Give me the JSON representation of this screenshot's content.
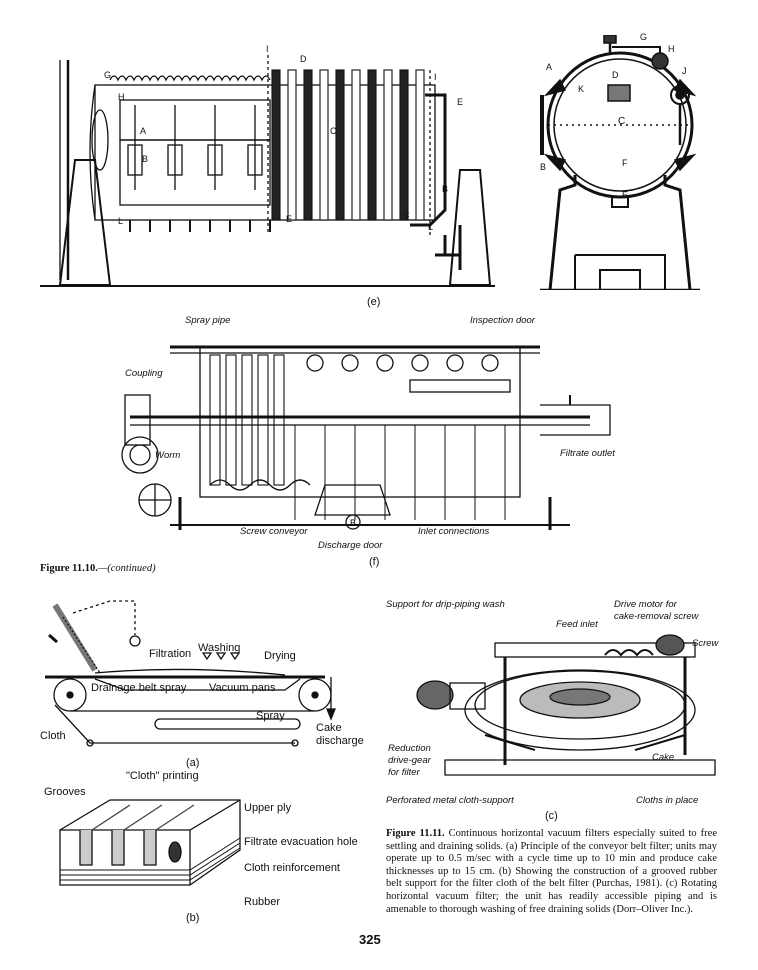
{
  "figure_e": {
    "sublabel": "(e)",
    "left_letters": [
      "G",
      "H",
      "A",
      "B",
      "C",
      "D",
      "E",
      "B",
      "F",
      "E",
      "L",
      "L",
      "I",
      "I"
    ],
    "right_letters": [
      "A",
      "B",
      "C",
      "D",
      "E",
      "F",
      "G",
      "H",
      "J",
      "K"
    ]
  },
  "figure_f": {
    "sublabel": "(f)",
    "labels": {
      "spray_pipe": "Spray pipe",
      "inspection_door": "Inspection door",
      "coupling": "Coupling",
      "worm": "Worm",
      "filtrate_outlet": "Filtrate outlet",
      "screw_conveyor": "Screw conveyor",
      "discharge_door": "Discharge door",
      "inlet_connections": "Inlet connections",
      "door_letter": "B"
    }
  },
  "fig_11_10": {
    "number": "Figure 11.10.",
    "suffix": "—(continued)"
  },
  "figure_a": {
    "sublabel": "(a)",
    "labels": {
      "filtration": "Filtration",
      "washing": "Washing",
      "drying": "Drying",
      "drainage_belt_spray": "Drainage belt spray",
      "vacuum_pans": "Vacuum pans",
      "spray": "Spray",
      "cake_discharge_1": "Cake",
      "cake_discharge_2": "discharge",
      "cloth": "Cloth"
    }
  },
  "figure_b": {
    "sublabel": "(b)",
    "labels": {
      "grooves": "Grooves",
      "cloth_printing": "\"Cloth\" printing",
      "upper_ply": "Upper ply",
      "filtrate_evacuation_hole": "Filtrate evacuation hole",
      "cloth_reinforcement": "Cloth reinforcement",
      "rubber": "Rubber"
    }
  },
  "figure_c": {
    "sublabel": "(c)",
    "labels": {
      "support_drip_piping": "Support for drip-piping wash",
      "drive_motor_1": "Drive motor for",
      "drive_motor_2": "cake-removal screw",
      "feed_inlet": "Feed inlet",
      "screw": "Screw",
      "reduction_1": "Reduction",
      "reduction_2": "drive-gear",
      "reduction_3": "for filter",
      "cake": "Cake",
      "perforated": "Perforated metal cloth-support",
      "cloths_in_place": "Cloths in place"
    }
  },
  "fig_11_11": {
    "number": "Figure 11.11.",
    "text": " Continuous horizontal vacuum filters especially suited to free settling and draining solids. (a) Principle of the conveyor belt filter; units may operate up to 0.5 m/sec with a cycle time up to 10 min and produce cake thicknesses up to 15 cm. (b) Showing the construction of a grooved rubber belt support for the filter cloth of the belt filter (Purchas, 1981). (c) Rotating horizontal vacuum filter; the unit has readily accessible piping and is amenable to thorough washing of free draining solids (Dorr–Oliver Inc.)."
  },
  "page_number": "325"
}
